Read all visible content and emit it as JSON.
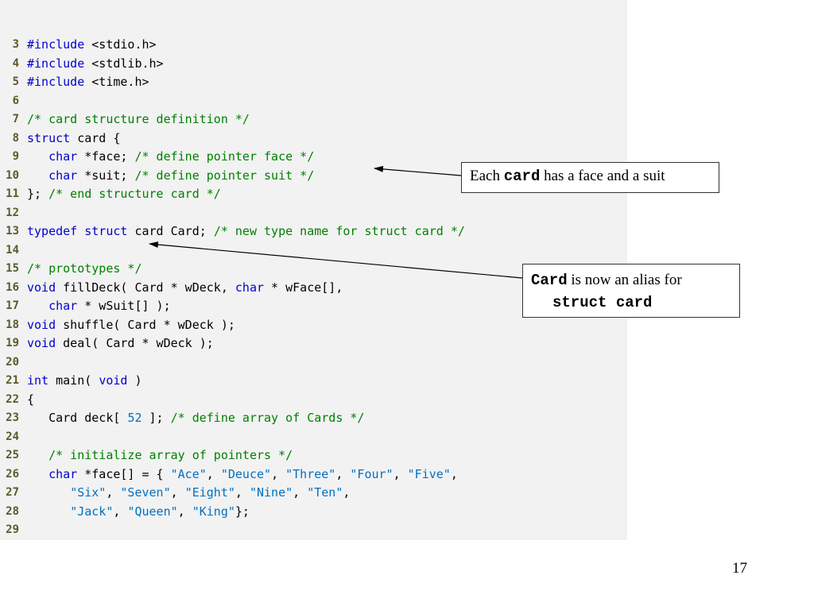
{
  "code_lines": [
    {
      "number": "3",
      "tokens": [
        {
          "t": "#include",
          "k": "kw"
        },
        {
          "t": " <stdio.h>",
          "k": "pl"
        }
      ]
    },
    {
      "number": "4",
      "tokens": [
        {
          "t": "#include",
          "k": "kw"
        },
        {
          "t": " <stdlib.h>",
          "k": "pl"
        }
      ]
    },
    {
      "number": "5",
      "tokens": [
        {
          "t": "#include",
          "k": "kw"
        },
        {
          "t": " <time.h>",
          "k": "pl"
        }
      ]
    },
    {
      "number": "6",
      "tokens": []
    },
    {
      "number": "7",
      "tokens": [
        {
          "t": "/* card structure definition */",
          "k": "cm"
        }
      ]
    },
    {
      "number": "8",
      "tokens": [
        {
          "t": "struct",
          "k": "kw"
        },
        {
          "t": " card {",
          "k": "pl"
        }
      ]
    },
    {
      "number": "9",
      "tokens": [
        {
          "t": "   ",
          "k": "pl"
        },
        {
          "t": "char",
          "k": "kw"
        },
        {
          "t": " *face; ",
          "k": "pl"
        },
        {
          "t": "/* define pointer face */",
          "k": "cm"
        }
      ]
    },
    {
      "number": "10",
      "tokens": [
        {
          "t": "   ",
          "k": "pl"
        },
        {
          "t": "char",
          "k": "kw"
        },
        {
          "t": " *suit; ",
          "k": "pl"
        },
        {
          "t": "/* define pointer suit */",
          "k": "cm"
        }
      ]
    },
    {
      "number": "11",
      "tokens": [
        {
          "t": "}; ",
          "k": "pl"
        },
        {
          "t": "/* end structure card */",
          "k": "cm"
        }
      ]
    },
    {
      "number": "12",
      "tokens": []
    },
    {
      "number": "13",
      "tokens": [
        {
          "t": "typedef",
          "k": "kw"
        },
        {
          "t": " ",
          "k": "pl"
        },
        {
          "t": "struct",
          "k": "kw"
        },
        {
          "t": " card Card; ",
          "k": "pl"
        },
        {
          "t": "/* new type name for struct card */",
          "k": "cm"
        }
      ]
    },
    {
      "number": "14",
      "tokens": []
    },
    {
      "number": "15",
      "tokens": [
        {
          "t": "/* prototypes */",
          "k": "cm"
        }
      ]
    },
    {
      "number": "16",
      "tokens": [
        {
          "t": "void",
          "k": "kw"
        },
        {
          "t": " fillDeck( Card * wDeck, ",
          "k": "pl"
        },
        {
          "t": "char",
          "k": "kw"
        },
        {
          "t": " * wFace[],",
          "k": "pl"
        }
      ]
    },
    {
      "number": "17",
      "tokens": [
        {
          "t": "   ",
          "k": "pl"
        },
        {
          "t": "char",
          "k": "kw"
        },
        {
          "t": " * wSuit[] );",
          "k": "pl"
        }
      ]
    },
    {
      "number": "18",
      "tokens": [
        {
          "t": "void",
          "k": "kw"
        },
        {
          "t": " shuffle( Card * wDeck );",
          "k": "pl"
        }
      ]
    },
    {
      "number": "19",
      "tokens": [
        {
          "t": "void",
          "k": "kw"
        },
        {
          "t": " deal( Card * wDeck );",
          "k": "pl"
        }
      ]
    },
    {
      "number": "20",
      "tokens": []
    },
    {
      "number": "21",
      "tokens": [
        {
          "t": "int",
          "k": "kw"
        },
        {
          "t": " main( ",
          "k": "pl"
        },
        {
          "t": "void",
          "k": "kw"
        },
        {
          "t": " )",
          "k": "pl"
        }
      ]
    },
    {
      "number": "22",
      "tokens": [
        {
          "t": "{",
          "k": "pl"
        }
      ]
    },
    {
      "number": "23",
      "tokens": [
        {
          "t": "   Card deck[ ",
          "k": "pl"
        },
        {
          "t": "52",
          "k": "nm"
        },
        {
          "t": " ]; ",
          "k": "pl"
        },
        {
          "t": "/* define array of Cards */",
          "k": "cm"
        }
      ]
    },
    {
      "number": "24",
      "tokens": []
    },
    {
      "number": "25",
      "tokens": [
        {
          "t": "   ",
          "k": "pl"
        },
        {
          "t": "/* initialize array of pointers */",
          "k": "cm"
        }
      ]
    },
    {
      "number": "26",
      "tokens": [
        {
          "t": "   ",
          "k": "pl"
        },
        {
          "t": "char",
          "k": "kw"
        },
        {
          "t": " *face[] = { ",
          "k": "pl"
        },
        {
          "t": "\"Ace\"",
          "k": "st"
        },
        {
          "t": ", ",
          "k": "pl"
        },
        {
          "t": "\"Deuce\"",
          "k": "st"
        },
        {
          "t": ", ",
          "k": "pl"
        },
        {
          "t": "\"Three\"",
          "k": "st"
        },
        {
          "t": ", ",
          "k": "pl"
        },
        {
          "t": "\"Four\"",
          "k": "st"
        },
        {
          "t": ", ",
          "k": "pl"
        },
        {
          "t": "\"Five\"",
          "k": "st"
        },
        {
          "t": ",",
          "k": "pl"
        }
      ]
    },
    {
      "number": "27",
      "tokens": [
        {
          "t": "      ",
          "k": "pl"
        },
        {
          "t": "\"Six\"",
          "k": "st"
        },
        {
          "t": ", ",
          "k": "pl"
        },
        {
          "t": "\"Seven\"",
          "k": "st"
        },
        {
          "t": ", ",
          "k": "pl"
        },
        {
          "t": "\"Eight\"",
          "k": "st"
        },
        {
          "t": ", ",
          "k": "pl"
        },
        {
          "t": "\"Nine\"",
          "k": "st"
        },
        {
          "t": ", ",
          "k": "pl"
        },
        {
          "t": "\"Ten\"",
          "k": "st"
        },
        {
          "t": ",",
          "k": "pl"
        }
      ]
    },
    {
      "number": "28",
      "tokens": [
        {
          "t": "      ",
          "k": "pl"
        },
        {
          "t": "\"Jack\"",
          "k": "st"
        },
        {
          "t": ", ",
          "k": "pl"
        },
        {
          "t": "\"Queen\"",
          "k": "st"
        },
        {
          "t": ", ",
          "k": "pl"
        },
        {
          "t": "\"King\"",
          "k": "st"
        },
        {
          "t": "};",
          "k": "pl"
        }
      ]
    },
    {
      "number": "29",
      "tokens": []
    }
  ],
  "callouts": {
    "card_struct": {
      "pre": "Each ",
      "code": "card",
      "post": " has a face and a suit"
    },
    "card_alias": {
      "code": "Card",
      "post": " is now an alias for",
      "code_line2": "struct card"
    }
  },
  "page_number": "17",
  "colors": {
    "keyword": "#0000cc",
    "comment": "#008000",
    "string": "#0070c0",
    "line_number": "#5a5a2e",
    "code_background": "#f2f2f2"
  }
}
